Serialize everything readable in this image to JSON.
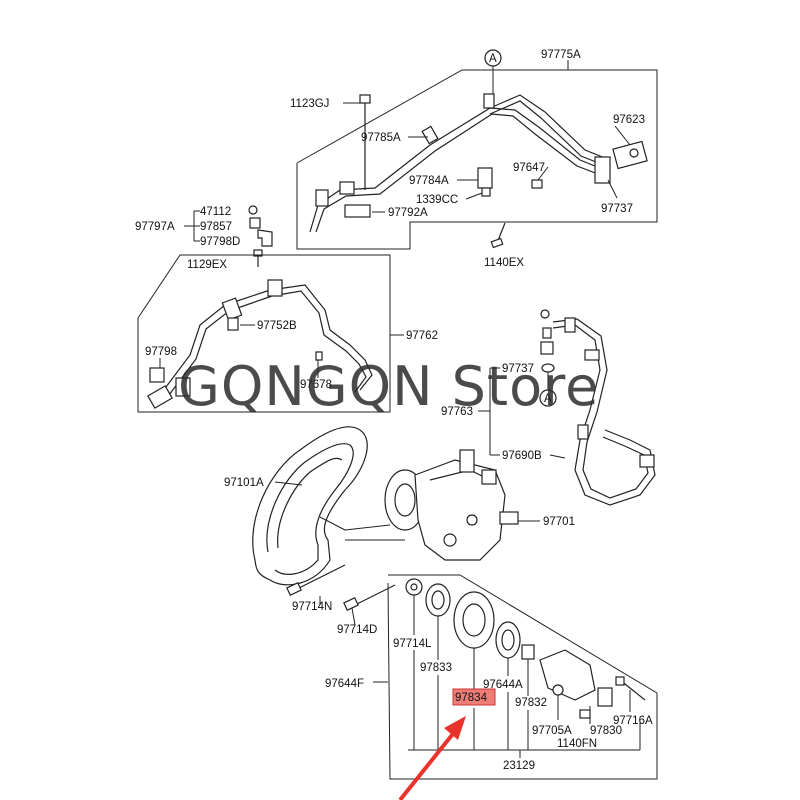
{
  "labels": {
    "p97775A": "97775A",
    "p1123GJ": "1123GJ",
    "p97785A": "97785A",
    "p97623": "97623",
    "p97647": "97647",
    "p97784A": "97784A",
    "p1339CC": "1339CC",
    "p97792A": "97792A",
    "p97737a": "97737",
    "p1140EXa": "1140EX",
    "p47112": "47112",
    "p97797A": "97797A",
    "p97857": "97857",
    "p97798D": "97798D",
    "p1129EX": "1129EX",
    "p97752B": "97752B",
    "p97762": "97762",
    "p97798": "97798",
    "p97678": "97678",
    "p97737b": "97737",
    "p97763": "97763",
    "p97690B": "97690B",
    "p97101A": "97101A",
    "p97701": "97701",
    "p97714N": "97714N",
    "p97714D": "97714D",
    "p97714L": "97714L",
    "p97833": "97833",
    "p97644F": "97644F",
    "p97644A": "97644A",
    "p97834": "97834",
    "p97832": "97832",
    "p97705A": "97705A",
    "p97830": "97830",
    "p97716A": "97716A",
    "p1140FN": "1140FN",
    "p23129": "23129",
    "circleA1": "A",
    "circleA2": "A"
  },
  "watermark": "GQNGQN  Store",
  "colors": {
    "highlight": "#e8524a",
    "arrow": "#e8322c",
    "line": "#222222"
  }
}
